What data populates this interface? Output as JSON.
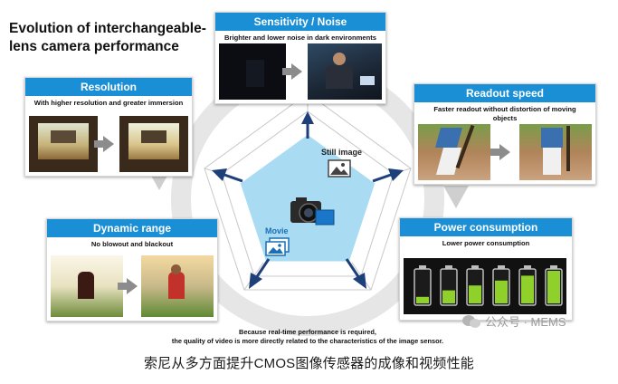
{
  "title": "Evolution of interchangeable-lens camera performance",
  "title_line1": "Evolution of interchangeable-",
  "title_line2": "lens camera performance",
  "cards": {
    "sensitivity": {
      "heading": "Sensitivity / Noise",
      "desc": "Brighter and lower noise in dark environments"
    },
    "resolution": {
      "heading": "Resolution",
      "desc": "With higher resolution and greater immersion"
    },
    "readout": {
      "heading": "Readout speed",
      "desc": "Faster readout without distortion of moving objects"
    },
    "dynamic": {
      "heading": "Dynamic range",
      "desc": "No blowout and blackout"
    },
    "power": {
      "heading": "Power consumption",
      "desc": "Lower power consumption"
    }
  },
  "center": {
    "still_label": "Still image",
    "movie_label": "Movie",
    "camera_icon": "camera-icon"
  },
  "caption": {
    "line1": "Because real-time performance is required,",
    "line2": "the quality of video is more directly related to the characteristics of the image sensor."
  },
  "cn_caption": "索尼从多方面提升CMOS图像传感器的成像和视频性能",
  "watermark": "公众号 · MEMS",
  "colors": {
    "accent": "#1a8fd6",
    "pentagon": "#a9dcf3",
    "arrow": "#1d3f7a",
    "ring": "#e6e6e6",
    "battery": "#8fd12a"
  },
  "battery_levels": [
    0.2,
    0.4,
    0.55,
    0.7,
    0.85,
    1.0
  ]
}
